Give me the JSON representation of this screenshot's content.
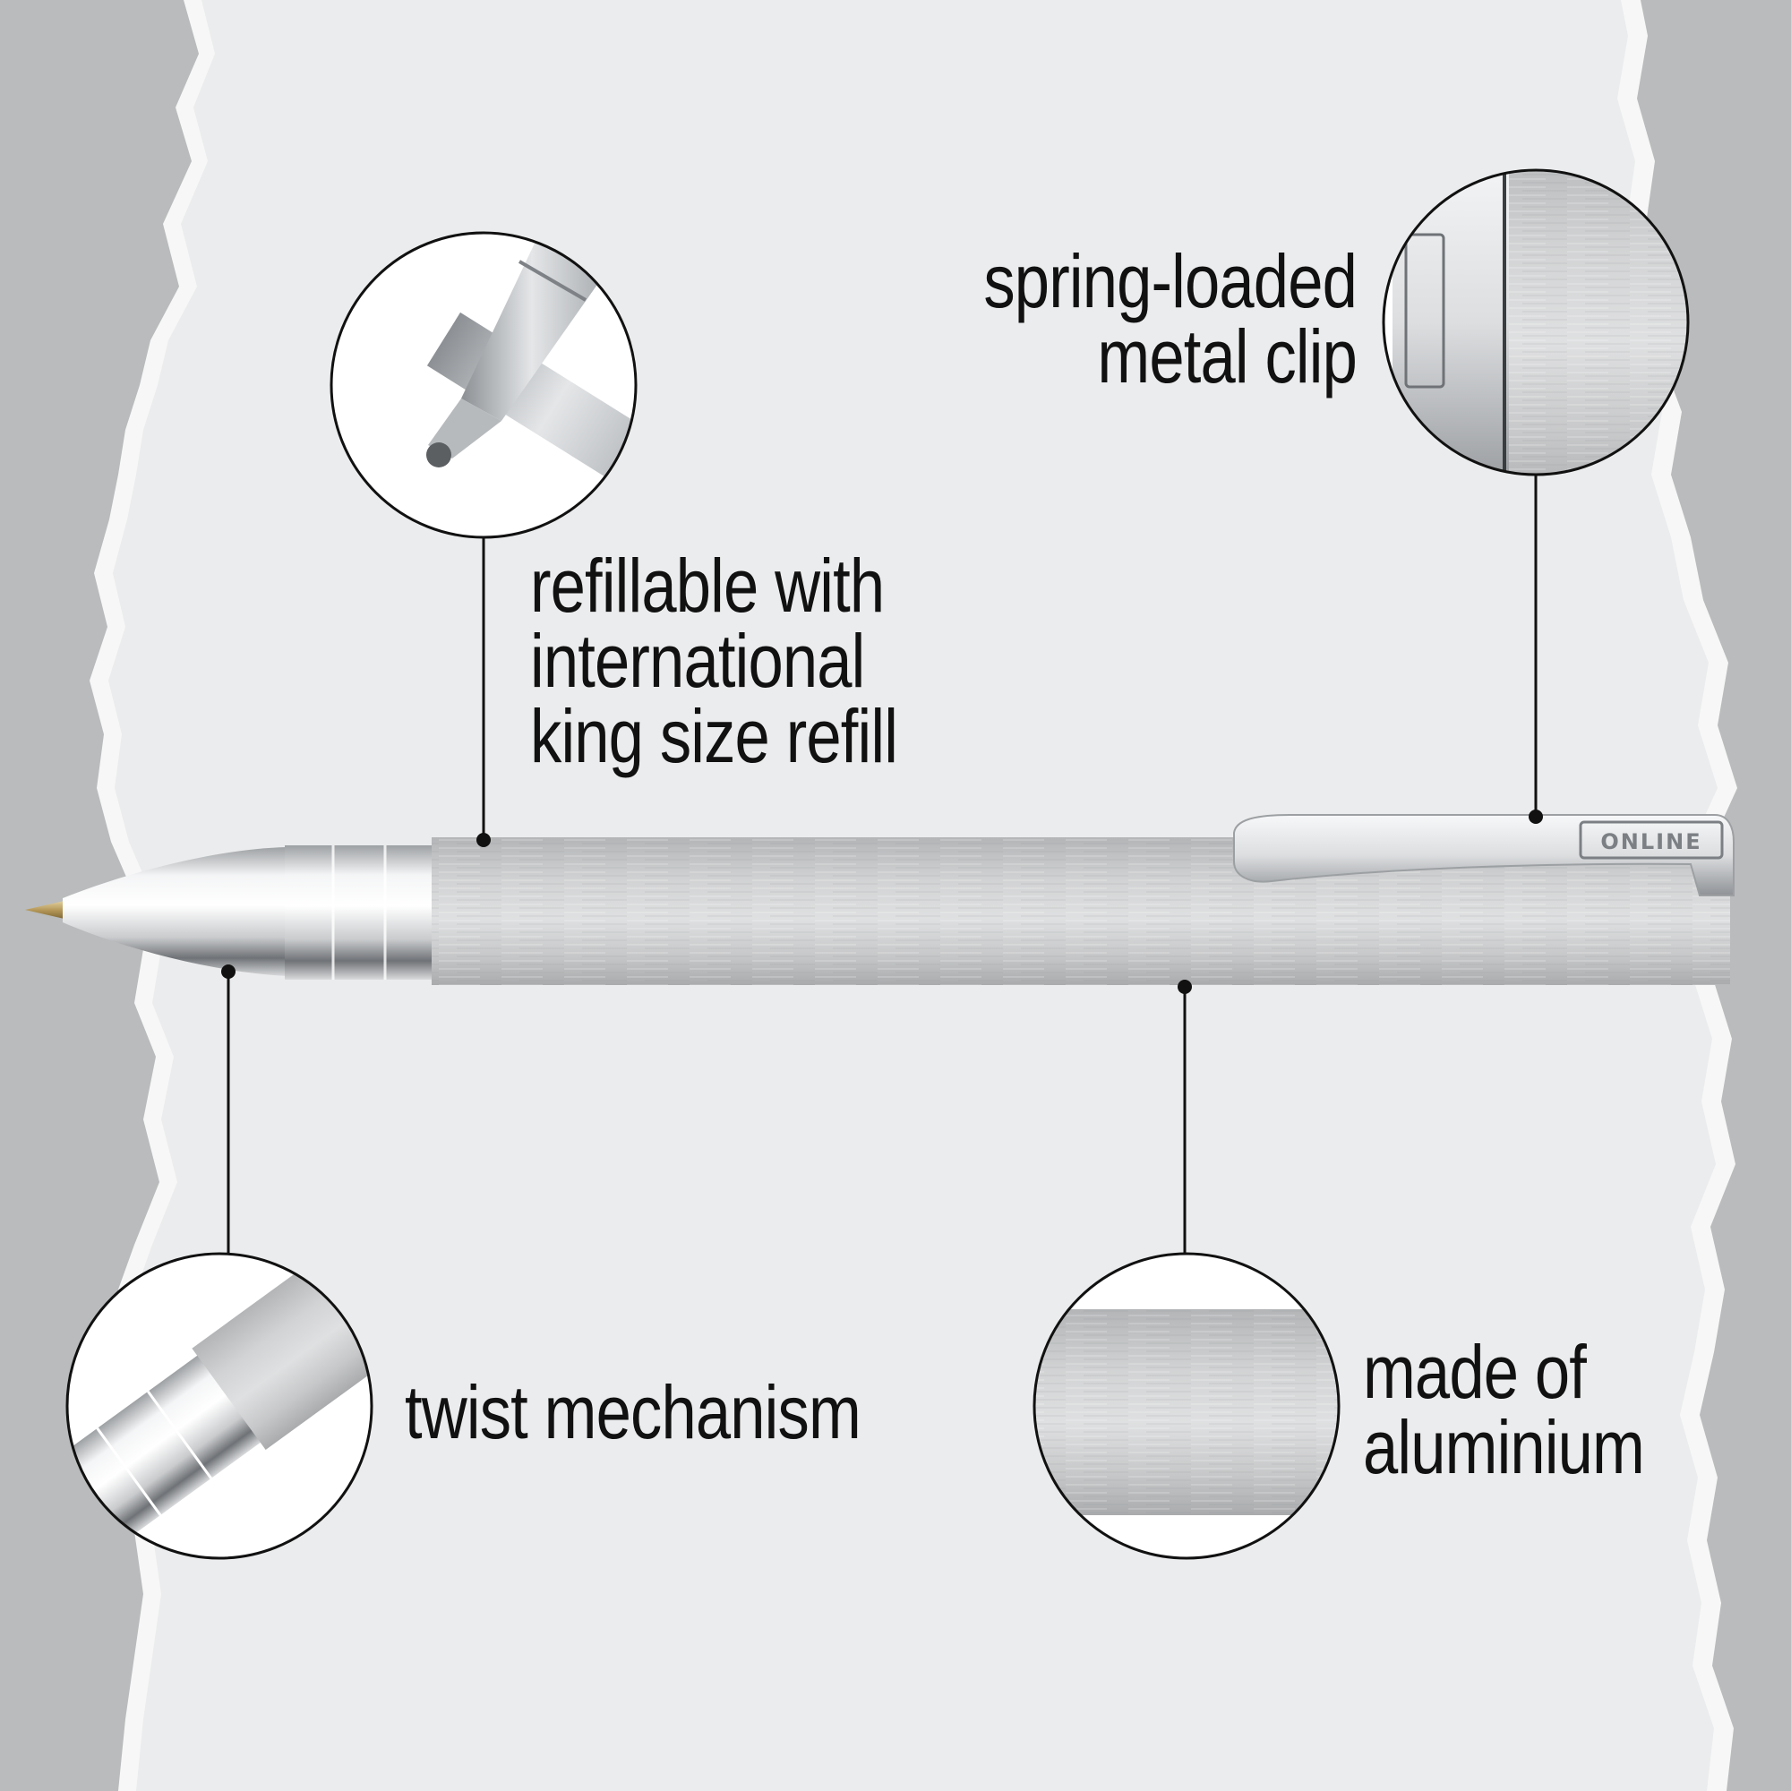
{
  "colors": {
    "backdrop": "#b9bbbc",
    "paper": "#ebeced",
    "paper_edge": "#f7f7f7",
    "text": "#111111",
    "aluminium": "#c9cacb",
    "chrome": "#e9eaeb"
  },
  "product": {
    "brand_engraving": "ONLINE"
  },
  "features": {
    "refill": {
      "icon": "refill-tip-icon",
      "lines": [
        "refillable with",
        "international",
        "king size refill"
      ]
    },
    "clip": {
      "icon": "metal-clip-icon",
      "lines": [
        "spring-loaded",
        "metal clip"
      ]
    },
    "twist": {
      "icon": "twist-mechanism-icon",
      "lines": [
        "twist mechanism"
      ]
    },
    "material": {
      "icon": "aluminium-surface-icon",
      "lines": [
        "made of",
        "aluminium"
      ]
    }
  }
}
